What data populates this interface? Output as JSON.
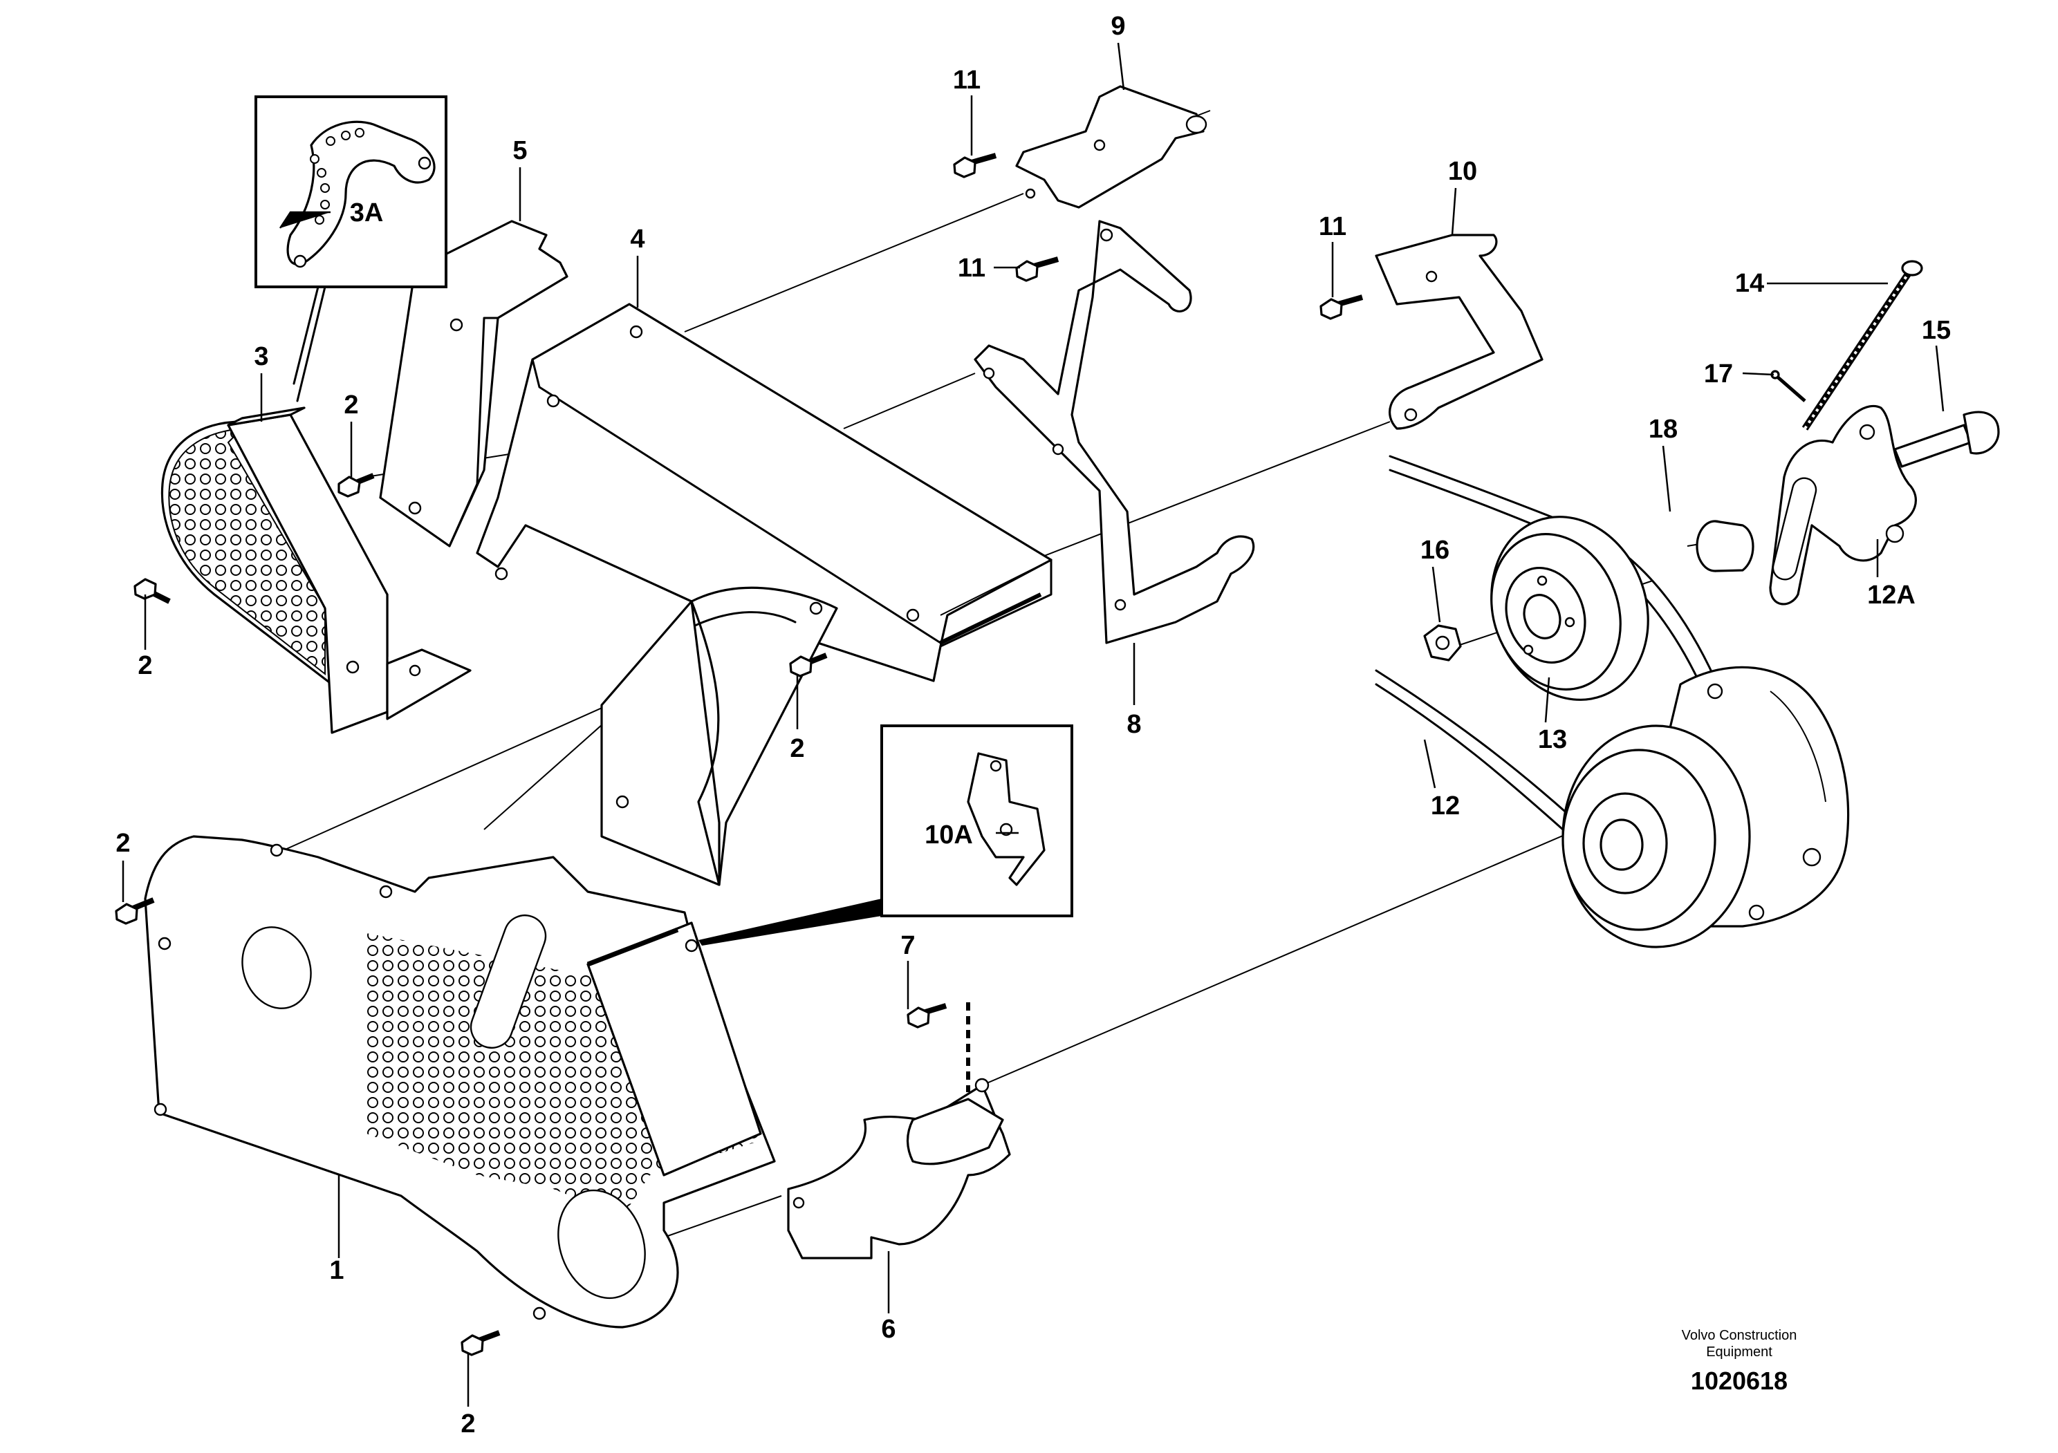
{
  "labels": {
    "p1": "1",
    "p2": "2",
    "p3": "3",
    "p3a": "3A",
    "p4": "4",
    "p5": "5",
    "p6": "6",
    "p7": "7",
    "p8": "8",
    "p9": "9",
    "p10": "10",
    "p10a": "10A",
    "p11": "11",
    "p12": "12",
    "p12a": "12A",
    "p13": "13",
    "p14": "14",
    "p15": "15",
    "p16": "16",
    "p17": "17",
    "p18": "18"
  },
  "footer": {
    "company_line1": "Volvo Construction",
    "company_line2": "Equipment",
    "drawing_number": "1020618"
  },
  "colors": {
    "ink": "#000000",
    "paper": "#ffffff"
  }
}
